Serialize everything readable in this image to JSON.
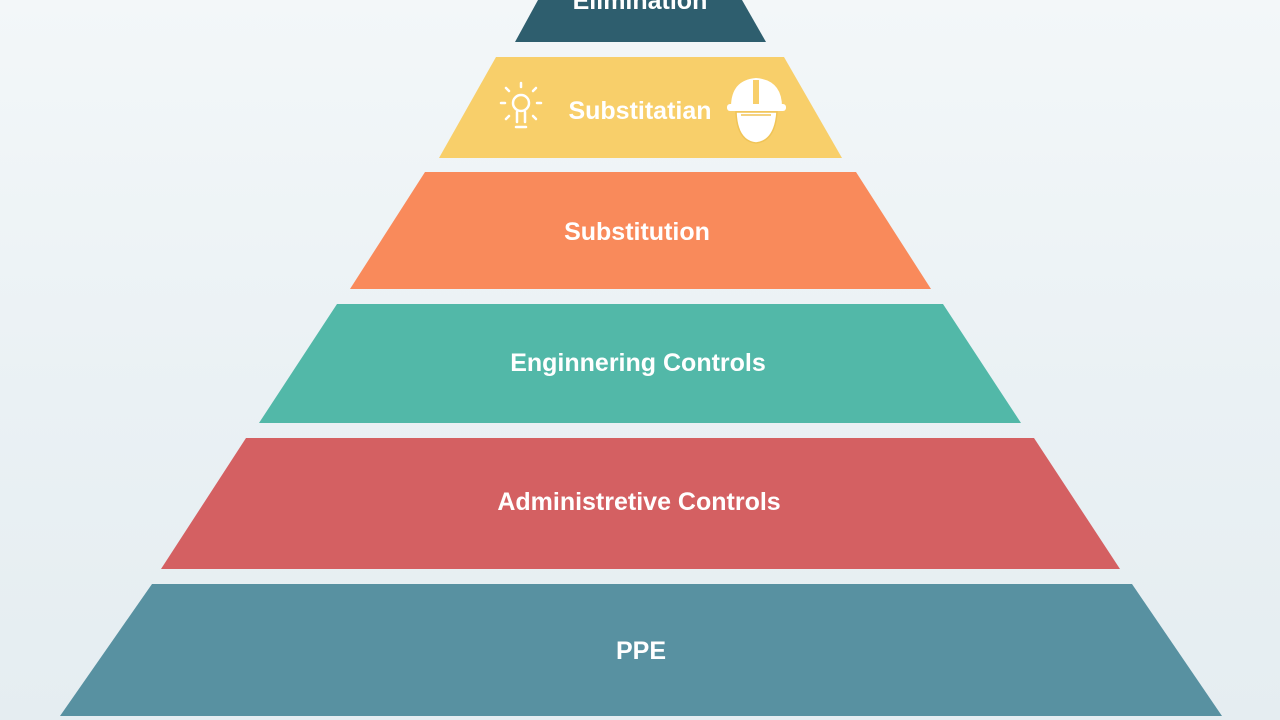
{
  "diagram": {
    "tiers": [
      {
        "label": "Elimination",
        "color": "#2e5e6e"
      },
      {
        "label": "Substitatian",
        "color": "#f8cf6a",
        "icons": [
          "lightbulb-icon",
          "hardhat-icon"
        ]
      },
      {
        "label": "Substitution",
        "color": "#f98a5b"
      },
      {
        "label": "Enginnering Controls",
        "color": "#52b8a8"
      },
      {
        "label": "Administretive Controls",
        "color": "#d46062"
      },
      {
        "label": "PPE",
        "color": "#5891a1"
      }
    ]
  }
}
